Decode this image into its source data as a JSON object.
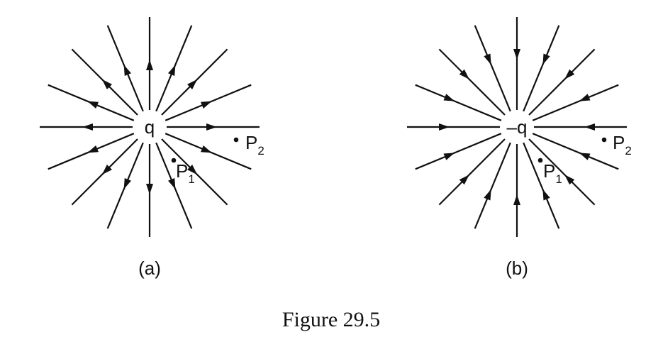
{
  "caption": "Figure 29.5",
  "panels": [
    {
      "id": "a",
      "panel_label": "(a)",
      "charge_label": "q",
      "direction": "outward",
      "line_count": 16,
      "points": [
        {
          "name": "P",
          "subscript": "1"
        },
        {
          "name": "P",
          "subscript": "2"
        }
      ]
    },
    {
      "id": "b",
      "panel_label": "(b)",
      "charge_label": "–q",
      "direction": "inward",
      "line_count": 16,
      "points": [
        {
          "name": "P",
          "subscript": "1"
        },
        {
          "name": "P",
          "subscript": "2"
        }
      ]
    }
  ]
}
